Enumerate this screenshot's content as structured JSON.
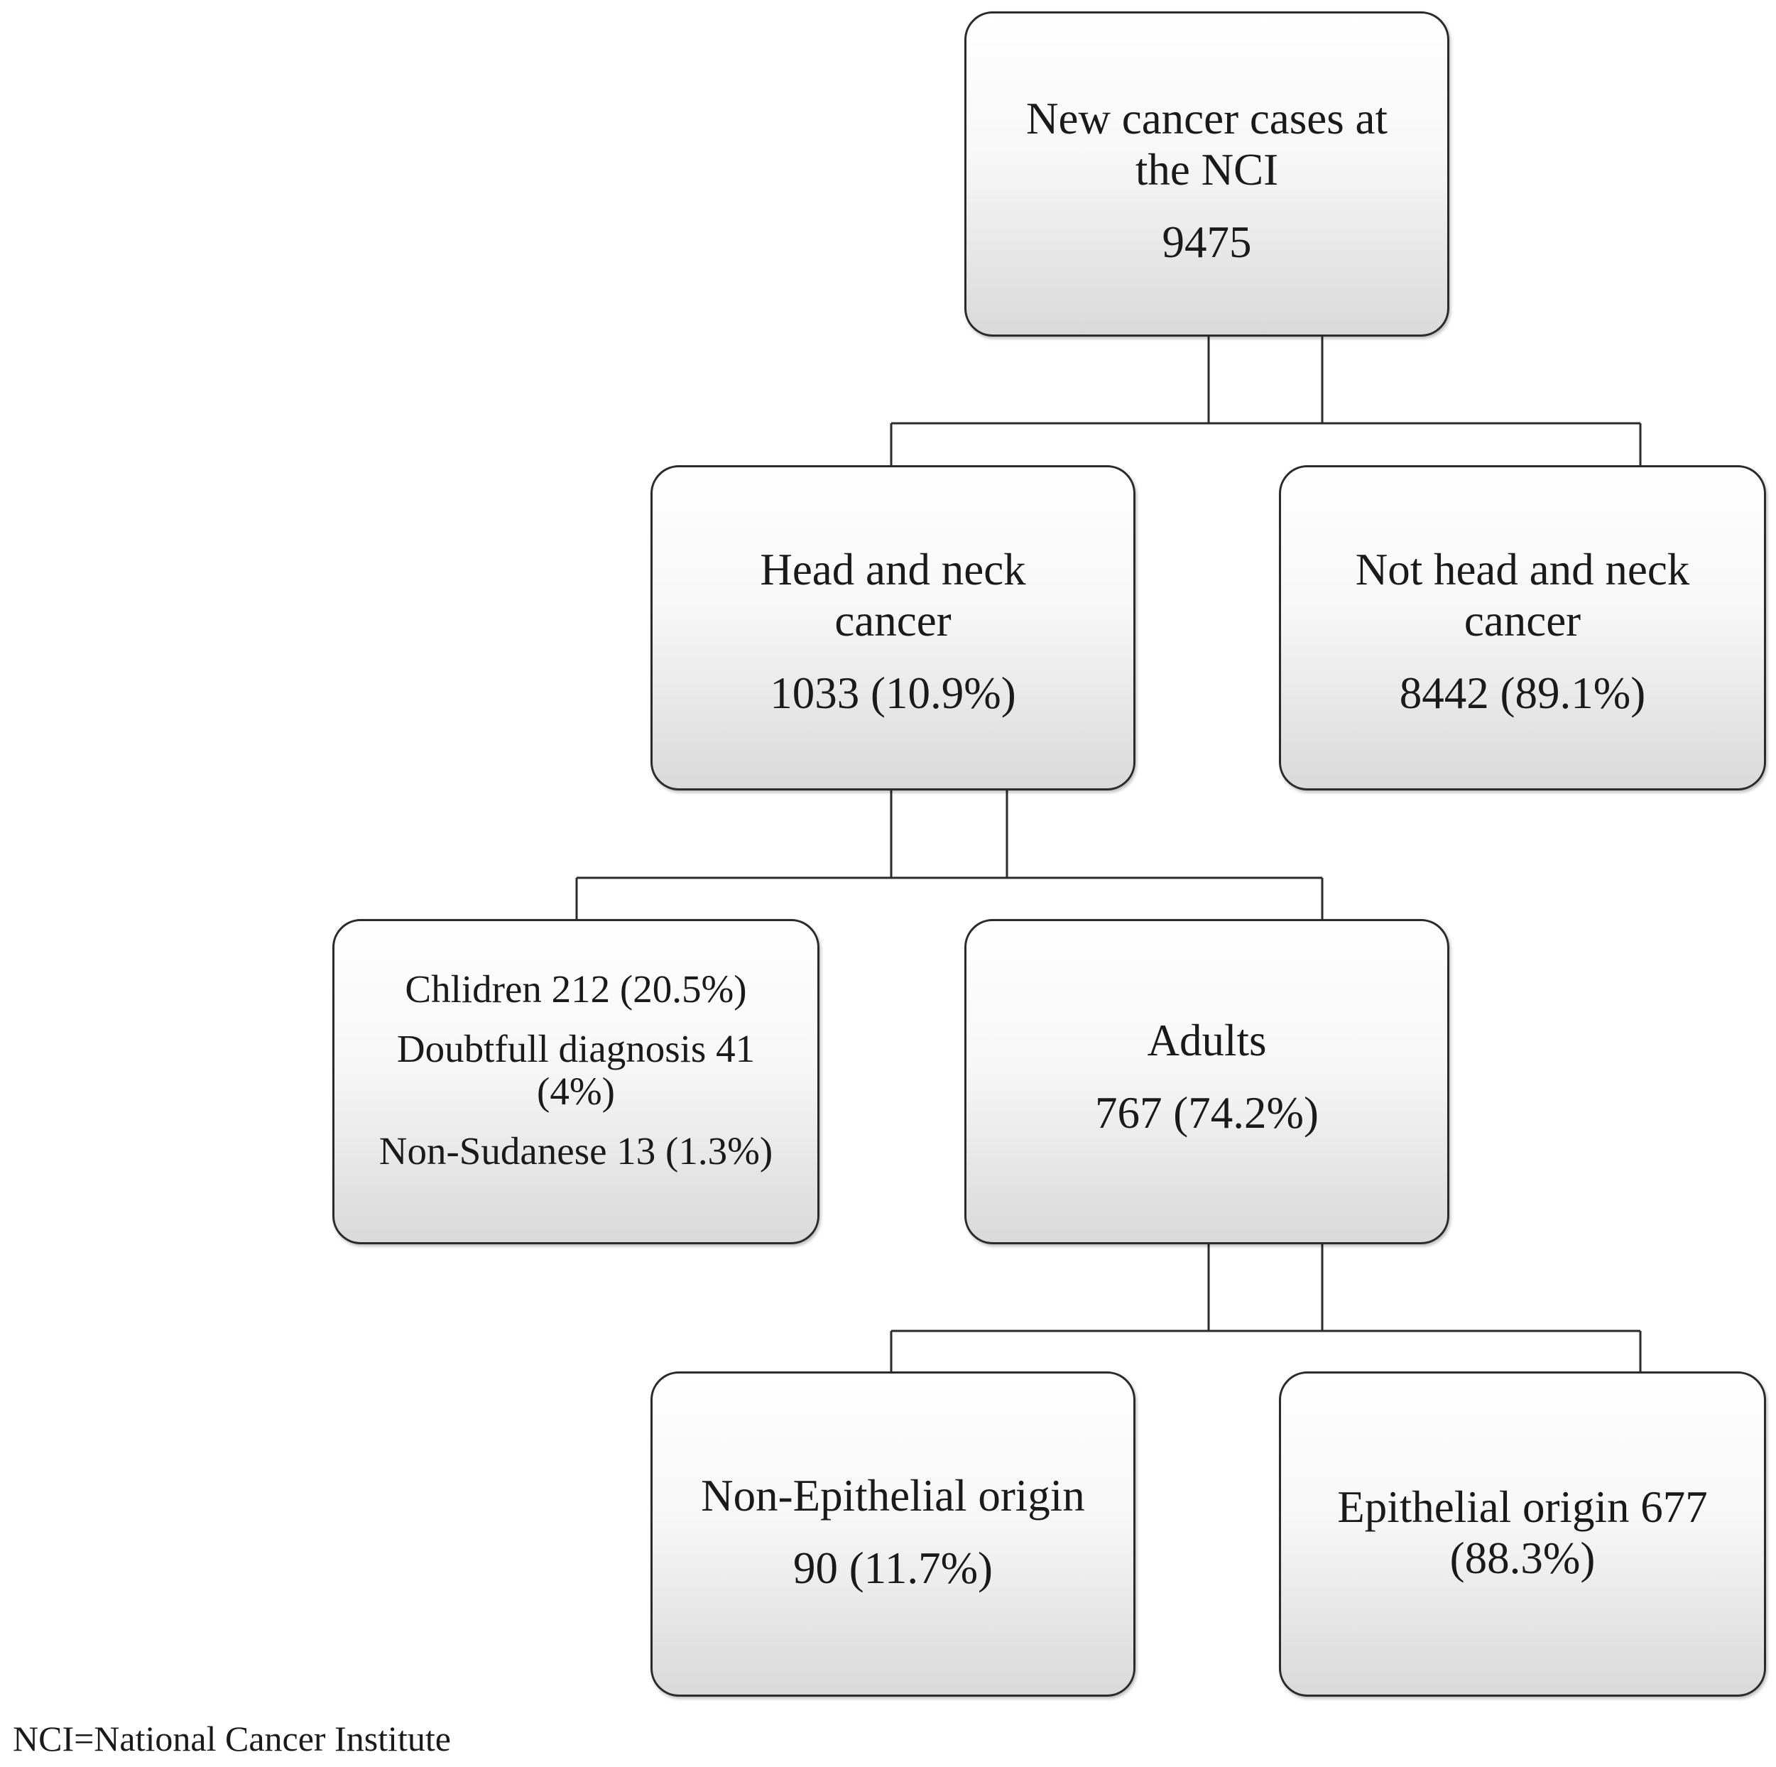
{
  "nodes": {
    "root": {
      "title": "New cancer cases at\nthe NCI",
      "count": "9475"
    },
    "head_neck": {
      "title": "Head and neck\ncancer",
      "count": "1033 (10.9%)"
    },
    "not_head_neck": {
      "title": "Not head and neck\ncancer",
      "count": "8442 (89.1%)"
    },
    "excluded": {
      "children": "Chlidren 212 (20.5%)",
      "doubtful": "Doubtfull diagnosis 41\n(4%)",
      "non_sudanese": "Non-Sudanese 13 (1.3%)"
    },
    "adults": {
      "title": "Adults",
      "count": "767 (74.2%)"
    },
    "non_epithelial": {
      "title": "Non-Epithelial origin",
      "count": "90 (11.7%)"
    },
    "epithelial": {
      "title": "Epithelial origin 677\n(88.3%)"
    }
  },
  "footnote": "NCI=National Cancer Institute"
}
